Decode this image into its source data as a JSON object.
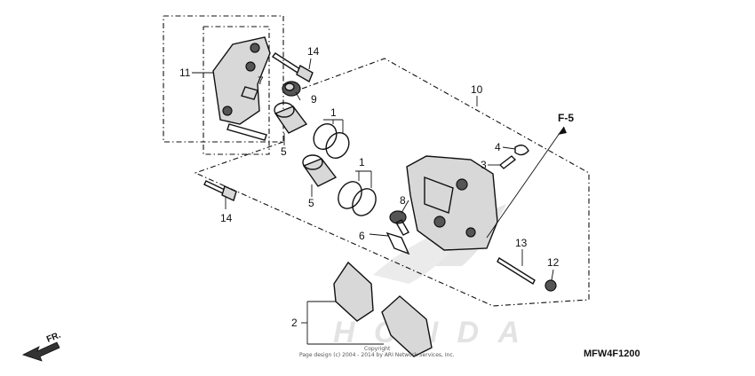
{
  "callouts": {
    "c1a": "1",
    "c1b": "1",
    "c2": "2",
    "c3": "3",
    "c4": "4",
    "c5a": "5",
    "c5b": "5",
    "c6": "6",
    "c7": "7",
    "c8": "8",
    "c9": "9",
    "c10": "10",
    "c11": "11",
    "c12": "12",
    "c13": "13",
    "c14a": "14",
    "c14b": "14"
  },
  "reference": "F-5",
  "front_label": "FR.",
  "diagram_code": "MFW4F1200",
  "watermark": "HONDA",
  "copyright_line1": "Copyright",
  "copyright_line2": "Page design (c) 2004 - 2014 by ARI Network Services, Inc.",
  "colors": {
    "line": "#111111",
    "watermark": "#b8b8b8",
    "fill": "#d8d8d8"
  }
}
